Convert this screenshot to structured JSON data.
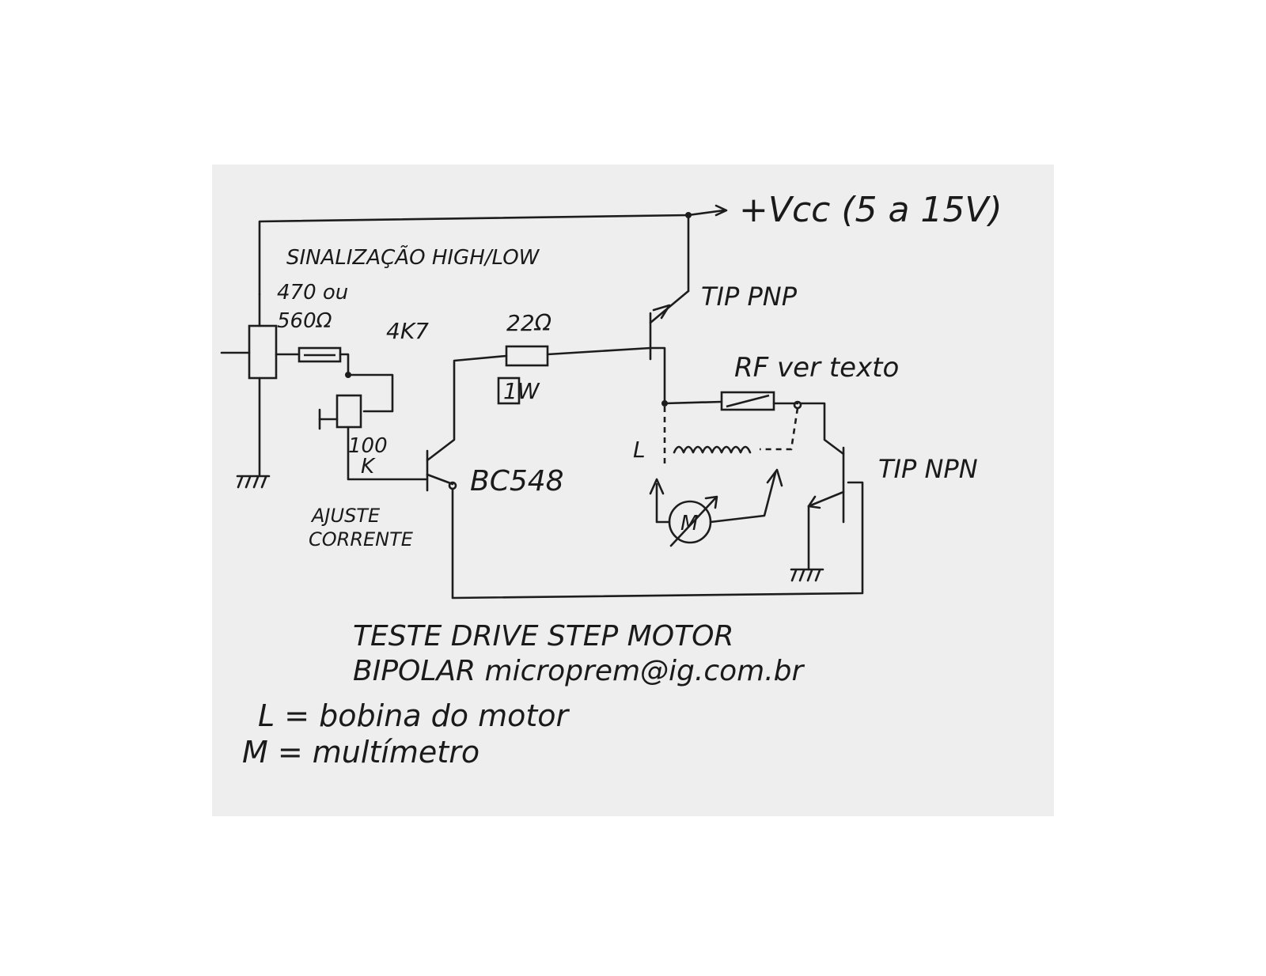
{
  "labels": {
    "vcc": "+Vcc (5 a 15V)",
    "sinalizacao": "SINALIZAÇÃO HIGH/LOW",
    "r_470_line1": "470 ou",
    "r_470_line2": "560Ω",
    "r_4k7": "4K7",
    "r_22": "22Ω",
    "r_22_power": "1W",
    "pot_100k_line1": "100",
    "pot_100k_line2": "K",
    "ajuste_line1": "AJUSTE",
    "ajuste_line2": "CORRENTE",
    "bc548": "BC548",
    "tip_pnp": "TIP PNP",
    "tip_npn": "TIP NPN",
    "rf": "RF ver texto",
    "coil_label": "L",
    "meter_symbol": "M",
    "title_line1": "TESTE DRIVE STEP MOTOR",
    "title_line2": "BIPOLAR microprem@ig.com.br",
    "legend_l": "L = bobina do motor",
    "legend_m": "M = multímetro"
  }
}
